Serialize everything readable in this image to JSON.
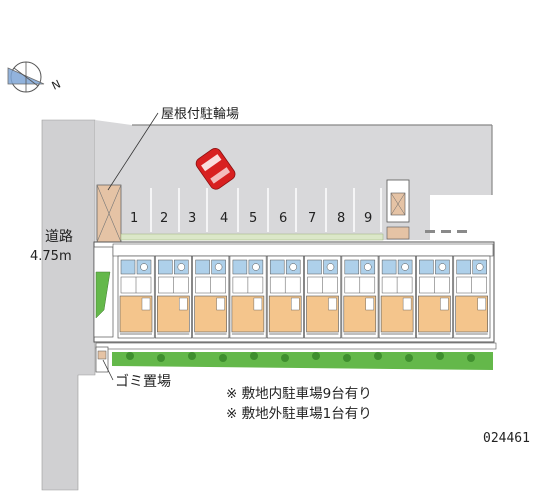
{
  "labels": {
    "bicycle_parking": "屋根付駐輪場",
    "road_name": "道路",
    "road_width": "4.75m",
    "garbage_area": "ゴミ置場",
    "note_onsite": "※ 敷地内駐車場9台有り",
    "note_offsite": "※ 敷地外駐車場1台有り",
    "property_id": "024461"
  },
  "compass": {
    "north_label": "N"
  },
  "parking_spaces": [
    "1",
    "2",
    "3",
    "4",
    "5",
    "6",
    "7",
    "8",
    "9"
  ],
  "units": [
    {
      "id": "u1"
    },
    {
      "id": "u2"
    },
    {
      "id": "u3"
    },
    {
      "id": "u4"
    },
    {
      "id": "u5"
    },
    {
      "id": "u6"
    },
    {
      "id": "u7"
    },
    {
      "id": "u8"
    },
    {
      "id": "u9"
    },
    {
      "id": "u10"
    }
  ],
  "colors": {
    "parking_lot": "#d8d8da",
    "road": "#d0d0d2",
    "bicycle_roof": "#e5c3a5",
    "car": "#d82020",
    "unit_floor": "#f4c58c",
    "unit_bath": "#aed0ea",
    "garden": "#64b84a"
  }
}
